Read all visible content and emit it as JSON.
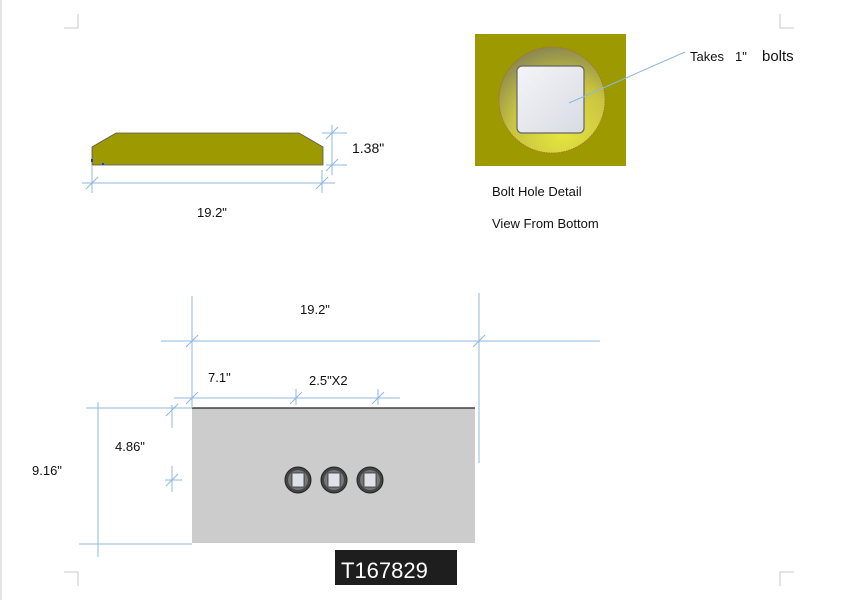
{
  "side_view": {
    "width_label": "19.2\"",
    "height_label": "1.38\""
  },
  "bolt_detail": {
    "callout": "Takes",
    "size": "1\"",
    "unit": "bolts",
    "caption_1": "Bolt Hole Detail",
    "caption_2": "View From Bottom"
  },
  "top_view": {
    "width_label": "19.2\"",
    "offset_label": "7.1\"",
    "spacing_label": "2.5\"X2",
    "hole_offset_label": "4.86\"",
    "depth_label": "9.16\""
  },
  "part_number": "T167829",
  "colors": {
    "plate": "#9c9a00",
    "face": "#cccccc",
    "dimension": "#8fb8e0",
    "label_bg": "#1e1e1e"
  }
}
